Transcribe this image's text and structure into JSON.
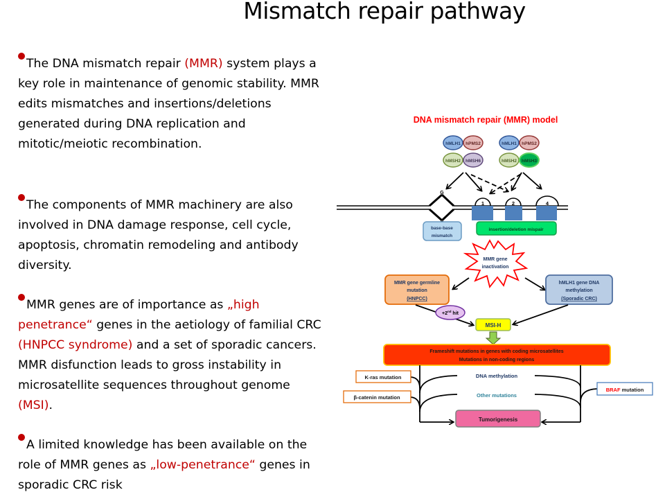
{
  "title": "Mismatch repair pathway",
  "bullets": [
    {
      "segments": [
        {
          "text": "The DNA mismatch repair ",
          "highlight": false
        },
        {
          "text": "(MMR)",
          "highlight": true
        },
        {
          "text": " system plays a key role in maintenance of genomic stability. MMR edits mismatches and insertions/deletions generated during DNA replication and mitotic/meiotic recombination.",
          "highlight": false
        }
      ]
    },
    {
      "segments": [
        {
          "text": "The components of MMR machinery are also involved in DNA damage response, cell cycle, apoptosis, chromatin remodeling and antibody diversity.",
          "highlight": false
        }
      ]
    },
    {
      "segments": [
        {
          "text": "MMR genes are of importance as ",
          "highlight": false
        },
        {
          "text": "„high penetrance“",
          "highlight": true
        },
        {
          "text": " genes in the aetiology of familial CRC ",
          "highlight": false
        },
        {
          "text": "(HNPCC syndrome)",
          "highlight": true
        },
        {
          "text": " and a set of sporadic cancers. MMR disfunction leads to gross instability in microsatellite sequences throughout genome ",
          "highlight": false
        },
        {
          "text": "(MSI)",
          "highlight": true
        },
        {
          "text": ".",
          "highlight": false
        }
      ]
    },
    {
      "segments": [
        {
          "text": "A limited knowledge has been available on the role of MMR genes as ",
          "highlight": false
        },
        {
          "text": "„low-penetrance“",
          "highlight": true
        },
        {
          "text": " genes in sporadic CRC risk",
          "highlight": false
        }
      ]
    }
  ],
  "diagram": {
    "title": "DNA mismatch repair (MMR) model",
    "complex_left": [
      "hMLH1",
      "hPMS2",
      "hMSH2",
      "hMSH6"
    ],
    "complex_right": [
      "hMLH1",
      "hPMS2",
      "hMSH2",
      "hMSH3"
    ],
    "mismatch_bases": {
      "top": "G",
      "bottom": "T"
    },
    "loop_labels": [
      "1",
      "2",
      "4"
    ],
    "base_base_box": [
      "base-base",
      "mismatch"
    ],
    "indel_box": "insertion/deletion mispair",
    "star_label": [
      "MMR gene",
      "inactivation"
    ],
    "germline_box": [
      "MMR gene germline",
      "mutation",
      "(HNPCC)"
    ],
    "methylation_box": [
      "hMLH1 gene DNA",
      "methylation",
      "(Sporadic CRC)"
    ],
    "second_hit": {
      "prefix": "+2",
      "sup": "nd",
      "suffix": " hit"
    },
    "msi_box": "MSI-H",
    "frameshift_box": [
      "Frameshift mutations in genes with coding microsatellites",
      "Mutations in non-coding regions"
    ],
    "kras_box": "K-ras mutation",
    "bcatenin_box": "β-catenin mutation",
    "braf_box": {
      "red": "BRAF",
      "rest": " mutation"
    },
    "dna_methylation": "DNA methylation",
    "other_mutations": "Other mutations",
    "tumorigenesis": "Tumorigenesis",
    "colors": {
      "title_red": "#ff0000",
      "text_red": "#c00000",
      "mlh1": "#8eb4e3",
      "pms2": "#e6b9b8",
      "msh2": "#d7e4bd",
      "msh6": "#ccc1da",
      "msh3": "#00b050",
      "dna_block": "#4f81bd",
      "base_base": "#b9d9f0",
      "indel": "#00e36b",
      "germline": "#fac090",
      "methylation": "#b9cde5",
      "second_hit": "#e6c3f0",
      "msi": "#ffff00",
      "frameshift": "#ff3300",
      "tumorigenesis": "#f06aa0",
      "dna_methylation_text": "#1f3864",
      "other_mutations_text": "#31849b"
    }
  }
}
